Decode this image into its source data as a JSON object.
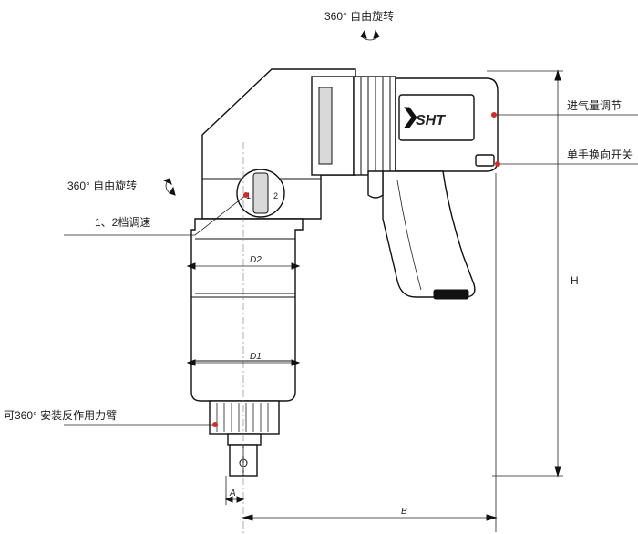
{
  "labels": {
    "top_rotation": "360° 自由旋转",
    "side_rotation": "360° 自由旋转",
    "speed_selector": "1、2档调速",
    "reaction_arm": "可360° 安装反作用力臂",
    "air_regulator": "进气量调节",
    "reversing_switch": "单手换向开关"
  },
  "dimensions": {
    "d1": "D1",
    "d2": "D2",
    "h": "H",
    "b": "B",
    "a": "A"
  },
  "logo_text": "SHT",
  "colors": {
    "marker": "#d62a2a",
    "line": "#111111"
  }
}
